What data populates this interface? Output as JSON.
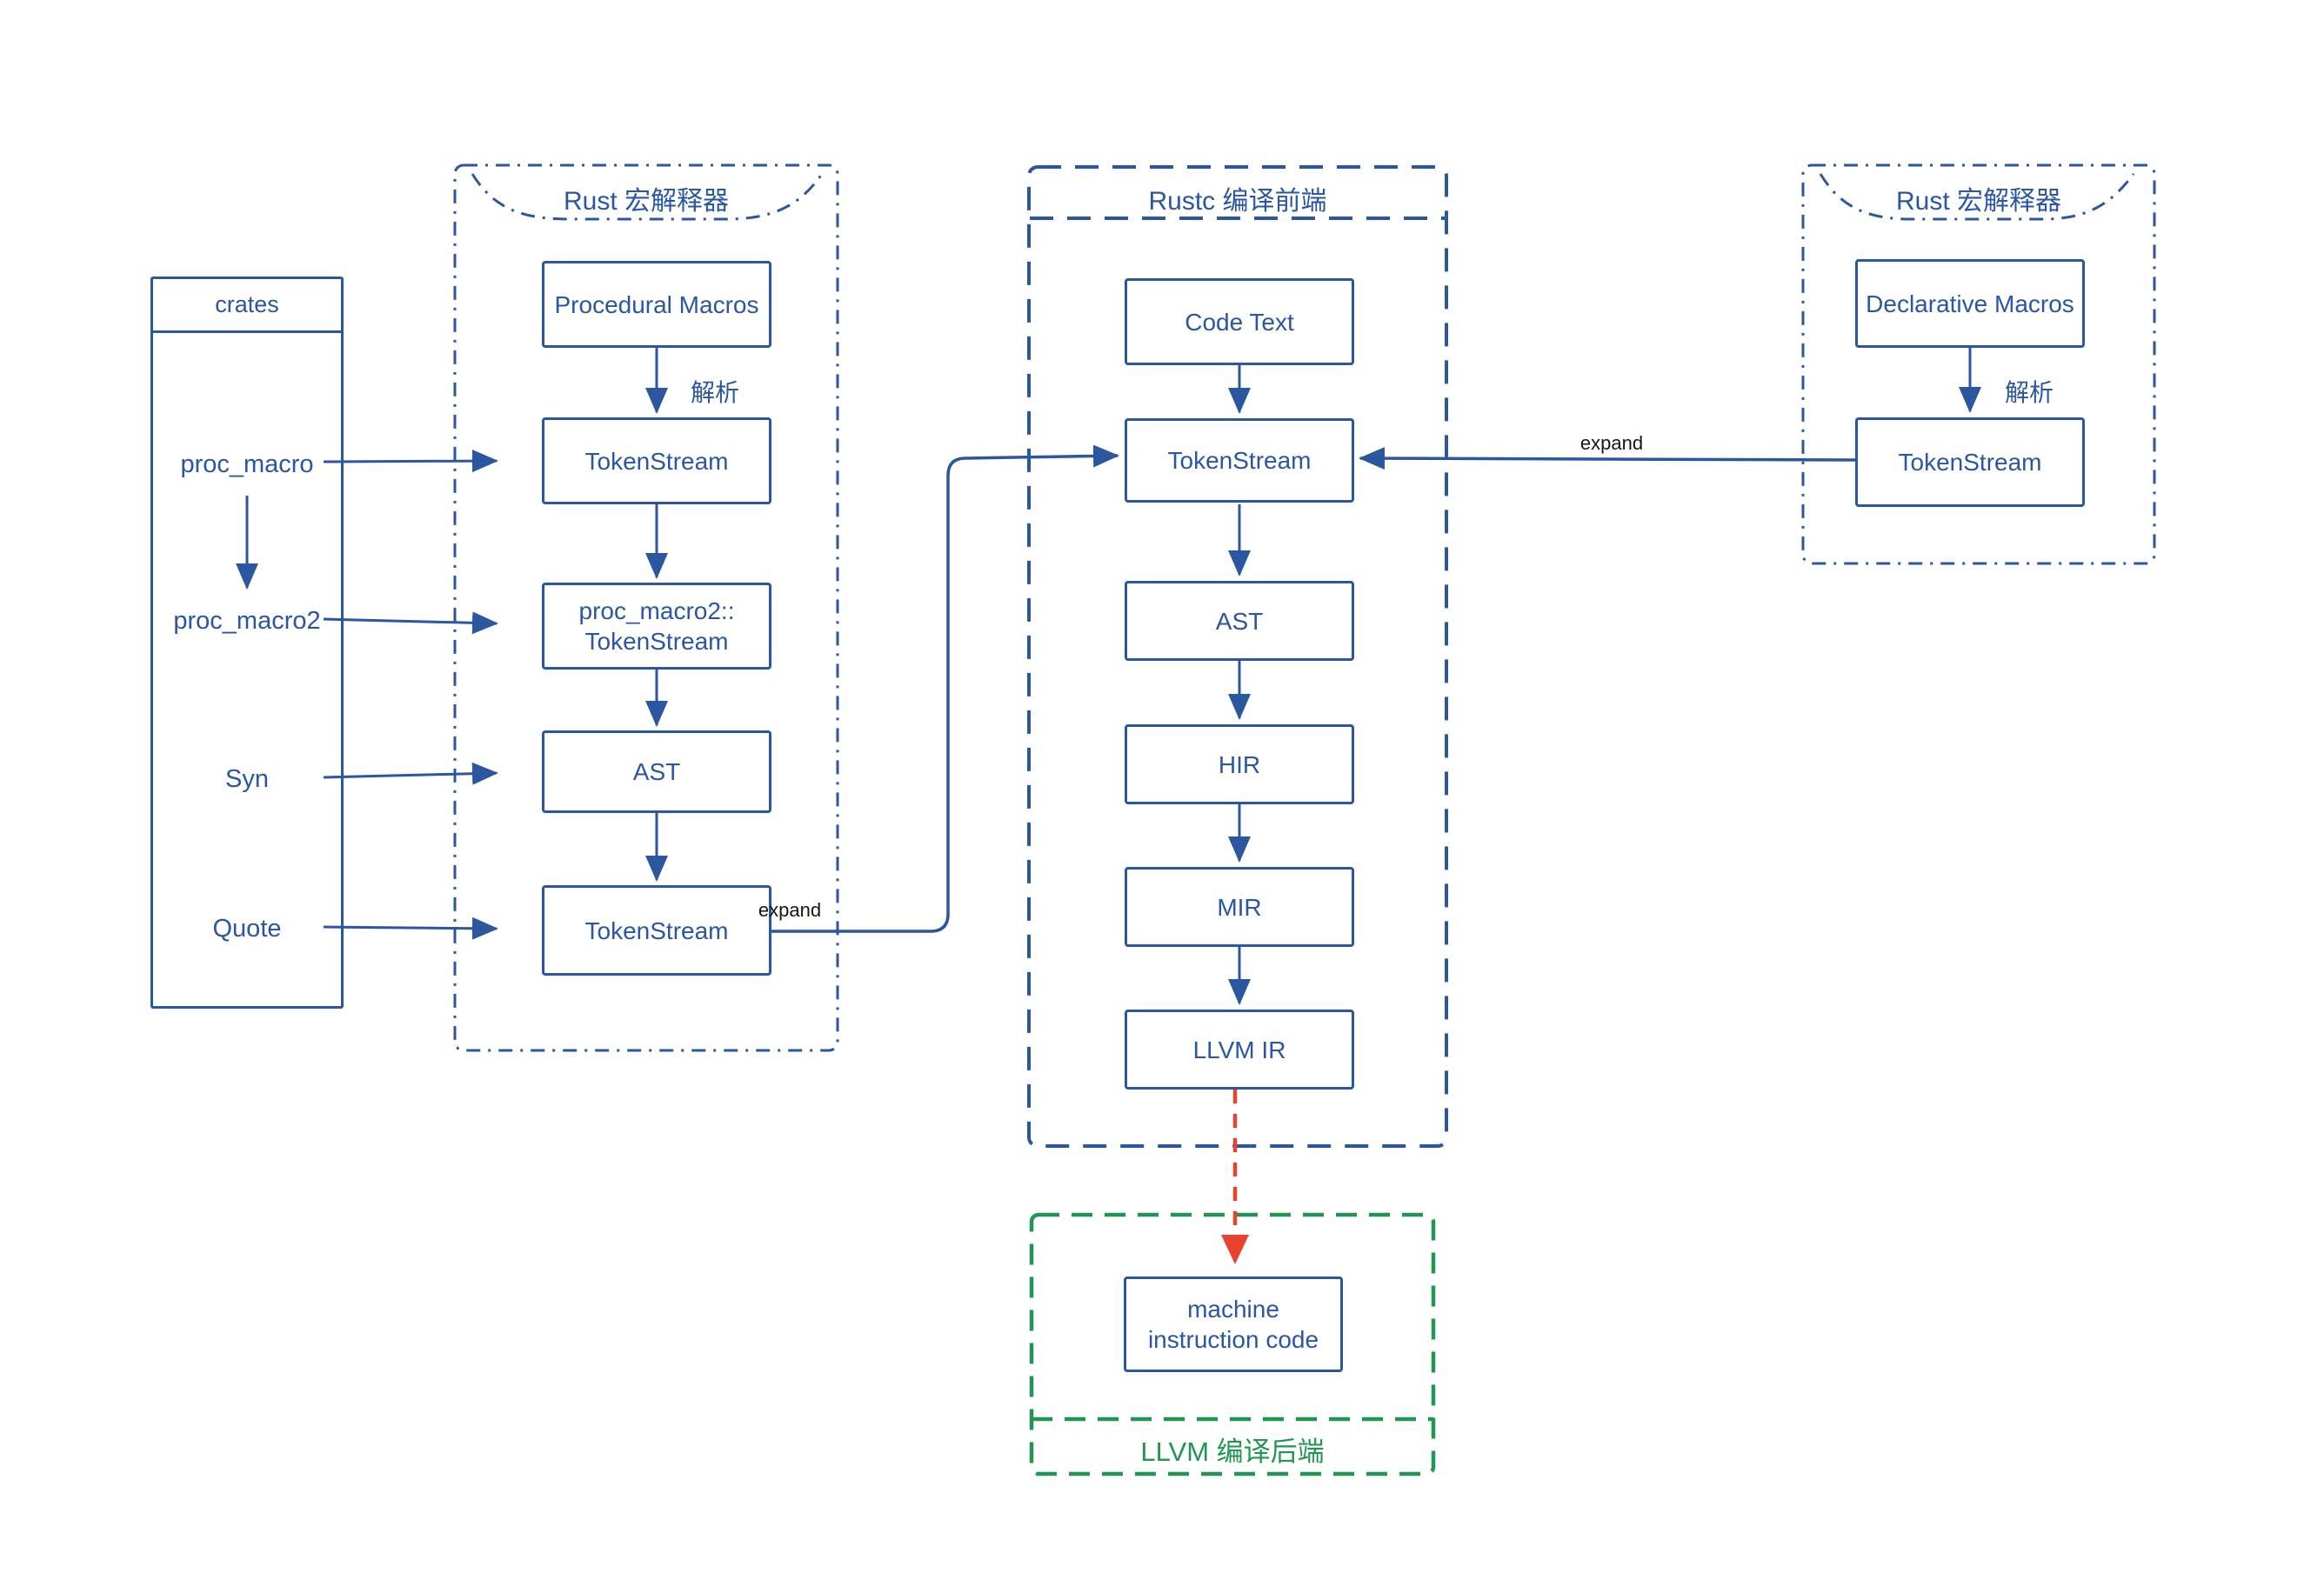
{
  "colors": {
    "diagram_blue": "#2B57A0",
    "text_blue": "#2A56A3",
    "backend_green": "#219653",
    "arrow_red": "#E8432D",
    "edge_label_black": "#161616"
  },
  "crates_panel": {
    "title": "crates",
    "items": [
      "proc_macro",
      "proc_macro2",
      "Syn",
      "Quote"
    ]
  },
  "left_interpreter": {
    "title": "Rust 宏解释器",
    "nodes": {
      "procedural_macros": "Procedural Macros",
      "tokenstream_in": "TokenStream",
      "proc_macro2_tokenstream_line1": "proc_macro2::",
      "proc_macro2_tokenstream_line2": "TokenStream",
      "ast": "AST",
      "tokenstream_out": "TokenStream"
    },
    "labels": {
      "parse": "解析",
      "expand": "expand"
    }
  },
  "rustc_frontend": {
    "title": "Rustc 编译前端",
    "nodes": {
      "code_text": "Code Text",
      "tokenstream": "TokenStream",
      "ast": "AST",
      "hir": "HIR",
      "mir": "MIR",
      "llvm_ir": "LLVM IR"
    }
  },
  "right_interpreter": {
    "title": "Rust 宏解释器",
    "nodes": {
      "declarative_macros": "Declarative Macros",
      "tokenstream": "TokenStream"
    },
    "labels": {
      "parse": "解析",
      "expand": "expand"
    }
  },
  "llvm_backend": {
    "title": "LLVM 编译后端",
    "nodes": {
      "machine_instruction_code_line1": "machine",
      "machine_instruction_code_line2": "instruction code"
    }
  }
}
